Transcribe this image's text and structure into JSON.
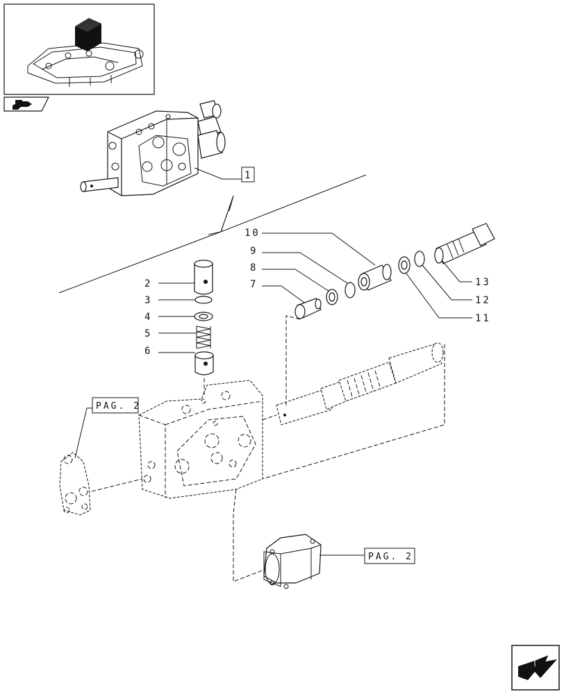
{
  "callouts": {
    "c1": "1",
    "c2": "2",
    "c3": "3",
    "c4": "4",
    "c5": "5",
    "c6": "6",
    "c7": "7",
    "c8": "8",
    "c9": "9",
    "c10": "10",
    "c11": "11",
    "c12": "12",
    "c13": "13"
  },
  "page_refs": {
    "left": "PAG. 2",
    "bottom": "PAG. 2"
  },
  "icons": {
    "overview": "assembly-overview-thumbnail",
    "pointer": "hand-pointer-icon",
    "next": "next-page-arrow-icon"
  }
}
